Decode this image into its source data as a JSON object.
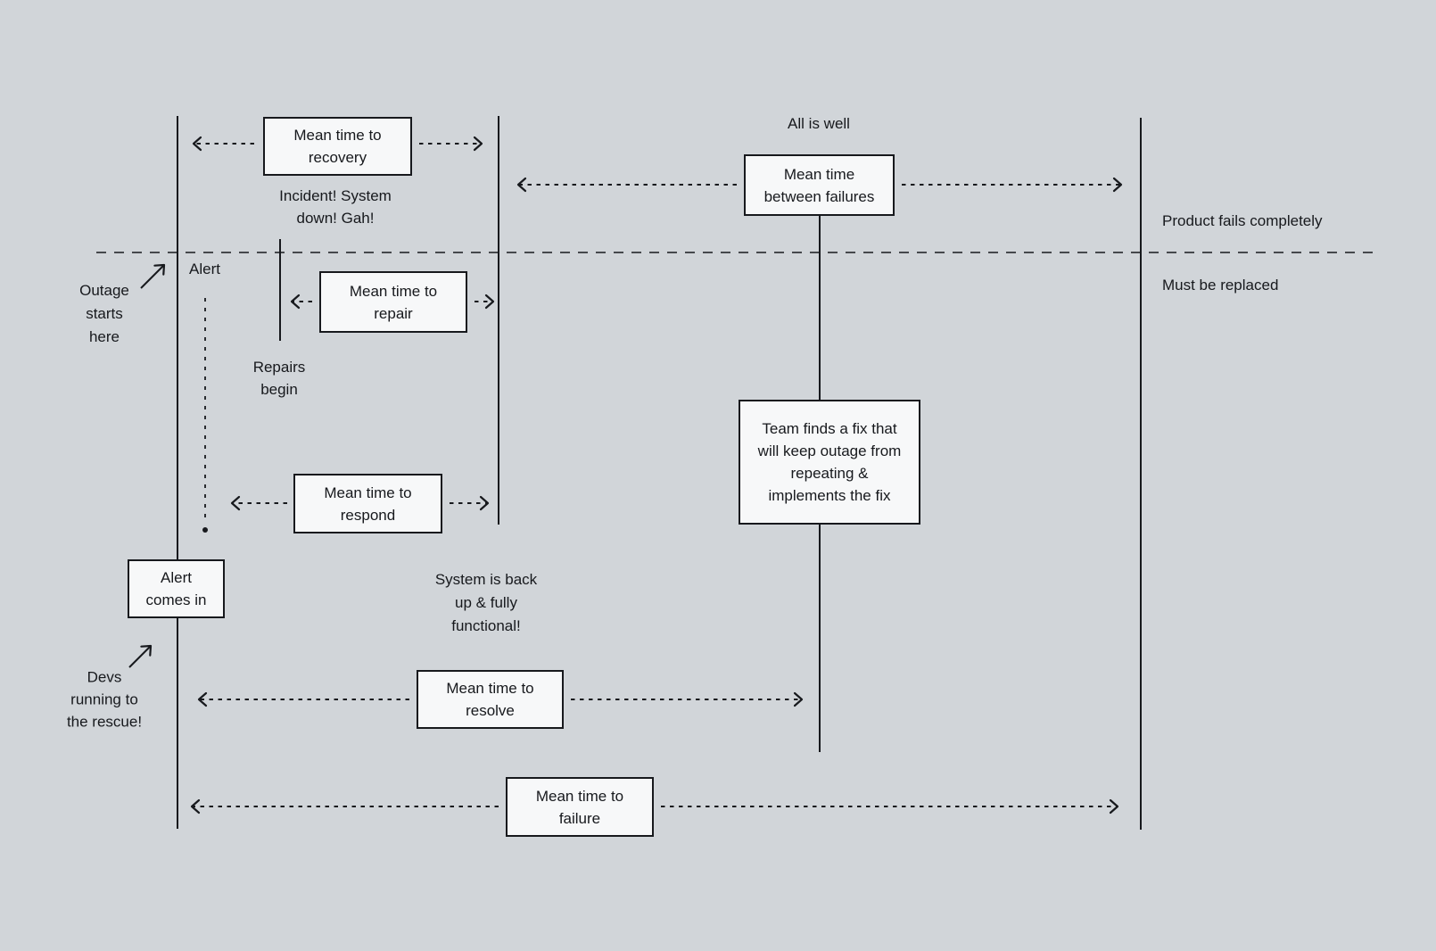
{
  "colors": {
    "background": "#d1d5d9",
    "box_fill": "#f7f8f9",
    "ink": "#17191d"
  },
  "boxes": {
    "recovery": {
      "label": [
        "Mean time to",
        "recovery"
      ]
    },
    "between_failures": {
      "label": [
        "Mean time",
        "between failures"
      ]
    },
    "repair": {
      "label": [
        "Mean time to",
        "repair"
      ]
    },
    "respond": {
      "label": [
        "Mean time to",
        "respond"
      ]
    },
    "alert_comes_in": {
      "label": [
        "Alert",
        "comes in"
      ]
    },
    "team_fix": {
      "label": [
        "Team finds a fix that",
        "will keep outage from",
        "repeating &",
        "implements the fix"
      ]
    },
    "resolve": {
      "label": [
        "Mean time to",
        "resolve"
      ]
    },
    "failure": {
      "label": [
        "Mean time to",
        "failure"
      ]
    }
  },
  "annotations": {
    "all_is_well": "All is well",
    "incident": [
      "Incident! System",
      "down! Gah!"
    ],
    "alert": "Alert",
    "repairs_begin": [
      "Repairs",
      "begin"
    ],
    "outage_starts": [
      "Outage",
      "starts",
      "here"
    ],
    "product_fails": "Product fails completely",
    "must_be_replaced": "Must be replaced",
    "system_back": [
      "System is back",
      "up & fully",
      "functional!"
    ],
    "devs_running": [
      "Devs",
      "running to",
      "the rescue!"
    ]
  }
}
